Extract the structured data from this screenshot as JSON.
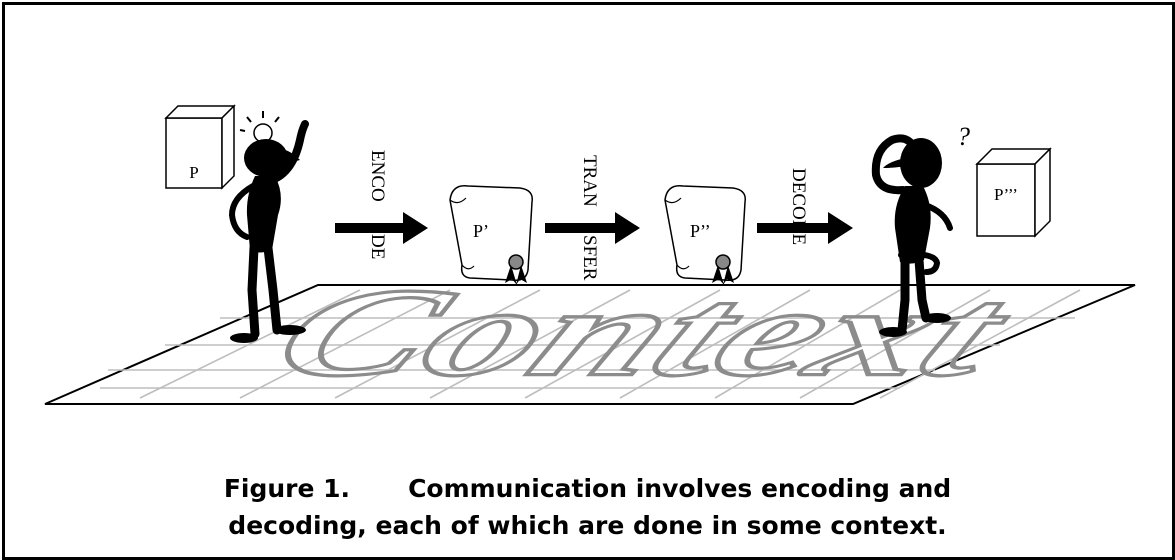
{
  "diagram": {
    "context_word": "Context",
    "sender_box_label": "P",
    "message1_label": "P’",
    "message2_label": "P’’",
    "receiver_box_label": "P’’’",
    "step_encode": [
      "ENCO",
      "DE"
    ],
    "step_transfer": [
      "TRAN",
      "SFER"
    ],
    "step_decode": "DECODE",
    "question_mark": "?"
  },
  "caption": {
    "figure_number": "Figure 1.",
    "line1": "Communication involves encoding and",
    "line2": "decoding, each of which are done in some context."
  },
  "colors": {
    "ink": "#000000",
    "grid": "#bdbdbd",
    "context_text": "#8c8c8c",
    "background": "#ffffff"
  }
}
